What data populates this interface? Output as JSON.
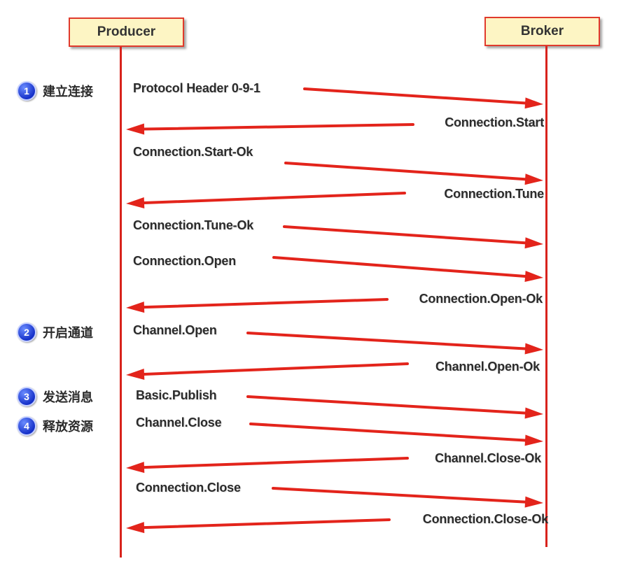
{
  "actors": {
    "producer": "Producer",
    "broker": "Broker"
  },
  "steps": [
    {
      "number": "1",
      "label": "建立连接"
    },
    {
      "number": "2",
      "label": "开启通道"
    },
    {
      "number": "3",
      "label": "发送消息"
    },
    {
      "number": "4",
      "label": "释放资源"
    }
  ],
  "messages": [
    {
      "label": "Protocol Header 0-9-1",
      "direction": "to-broker"
    },
    {
      "label": "Connection.Start",
      "direction": "to-producer"
    },
    {
      "label": "Connection.Start-Ok",
      "direction": "to-broker"
    },
    {
      "label": "Connection.Tune",
      "direction": "to-producer"
    },
    {
      "label": "Connection.Tune-Ok",
      "direction": "to-broker"
    },
    {
      "label": "Connection.Open",
      "direction": "to-broker"
    },
    {
      "label": "Connection.Open-Ok",
      "direction": "to-producer"
    },
    {
      "label": "Channel.Open",
      "direction": "to-broker"
    },
    {
      "label": "Channel.Open-Ok",
      "direction": "to-producer"
    },
    {
      "label": "Basic.Publish",
      "direction": "to-broker"
    },
    {
      "label": "Channel.Close",
      "direction": "to-broker"
    },
    {
      "label": "Channel.Close-Ok",
      "direction": "to-producer"
    },
    {
      "label": "Connection.Close",
      "direction": "to-broker"
    },
    {
      "label": "Connection.Close-Ok",
      "direction": "to-producer"
    }
  ],
  "colors": {
    "arrow": "#e3241b",
    "badge": "#1a3ad6",
    "actor_fill": "#fdf5c4"
  }
}
